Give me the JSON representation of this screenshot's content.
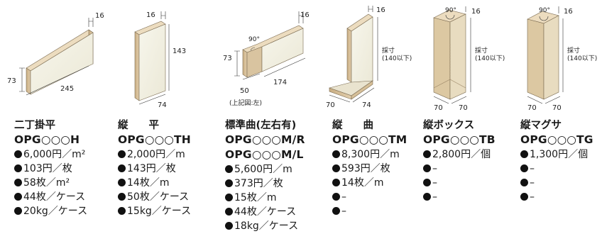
{
  "products": [
    {
      "name": "二丁掛平",
      "codes": [
        "OPG○○○H"
      ],
      "specs": [
        "6,000円／m²",
        "103円／枚",
        "58枚／m²",
        "44枚／ケース",
        "20kg／ケース"
      ],
      "dims": {
        "thickness": "16",
        "height": "73",
        "length": "245"
      }
    },
    {
      "name": "縦　　平",
      "codes": [
        "OPG○○○TH"
      ],
      "specs": [
        "2,000円／m",
        "143円／枚",
        "14枚／m",
        "50枚／ケース",
        "15kg／ケース"
      ],
      "dims": {
        "thickness": "16",
        "height": "143",
        "width": "74"
      }
    },
    {
      "name": "標準曲(左右有)",
      "codes": [
        "OPG○○○M/R",
        "OPG○○○M/L"
      ],
      "specs": [
        "5,600円／m",
        "373円／枚",
        "15枚／m",
        "44枚／ケース",
        "18kg／ケース"
      ],
      "dims": {
        "thickness": "16",
        "angle": "90°",
        "height": "73",
        "length": "174",
        "return": "50",
        "note": "(上記図:左)"
      }
    },
    {
      "name": "縦　　曲",
      "codes": [
        "OPG○○○TM"
      ],
      "specs": [
        "8,300円／m",
        "593円／枚",
        "14枚／m",
        "–",
        "–"
      ],
      "dims": {
        "thickness": "16",
        "size": "採寸\n(140以下)",
        "left": "70",
        "right": "74"
      }
    },
    {
      "name": "縦ボックス",
      "codes": [
        "OPG○○○TB"
      ],
      "specs": [
        "2,800円／個",
        "–",
        "–",
        "–"
      ],
      "dims": {
        "angle": "90°",
        "thickness": "16",
        "size": "採寸\n(140以下)",
        "left": "70",
        "right": "70"
      }
    },
    {
      "name": "縦マグサ",
      "codes": [
        "OPG○○○TG"
      ],
      "specs": [
        "1,300円／個",
        "–",
        "–",
        "–"
      ],
      "dims": {
        "angle": "90°",
        "thickness": "16",
        "size": "採寸\n(140以下)",
        "left": "70",
        "right": "70"
      }
    }
  ],
  "colors": {
    "tile_face": "#f2f0e3",
    "tile_edge": "#d9c7a3",
    "tile_shadow": "#b79f77",
    "line": "#333333"
  }
}
